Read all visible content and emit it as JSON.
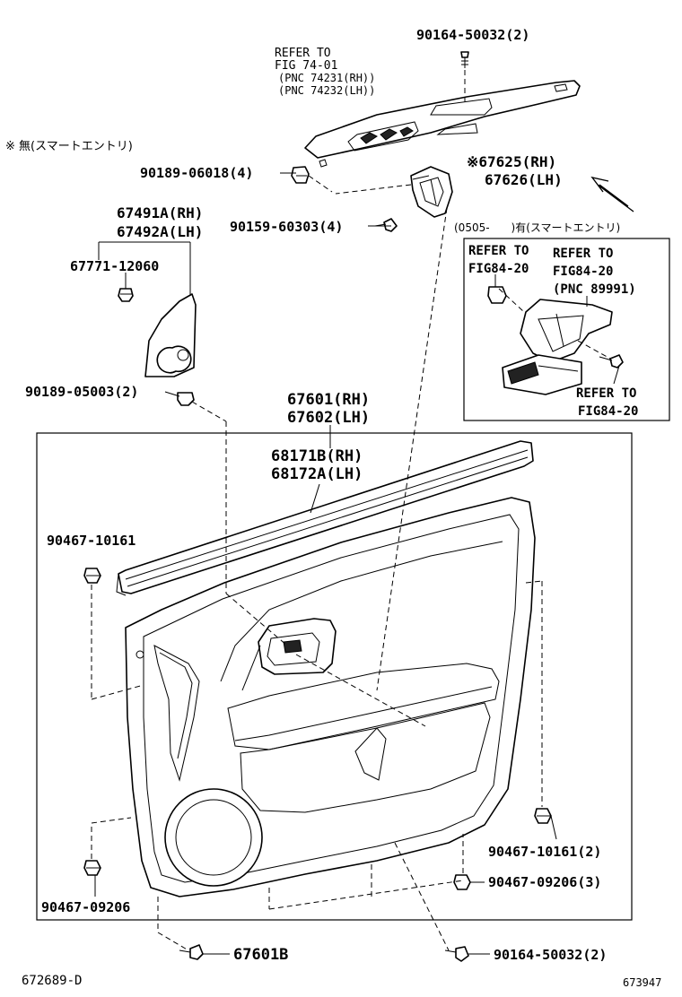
{
  "labels": {
    "clip_top": "90164-50032(2)",
    "refer_fig74_l1": "REFER TO",
    "refer_fig74_l2": "FIG 74-01",
    "refer_fig74_l3": "(PNC 74231(RH))",
    "refer_fig74_l4": "(PNC 74232(LH))",
    "note_no_smart": "※ 無(スマートエントリ)",
    "clip_90189_06018": "90189-06018(4)",
    "bracket_rh": "※67625(RH)",
    "bracket_lh": "67626(LH)",
    "smart_entry_note": "(0505-　　)有(スマートエントリ)",
    "cover_rh": "67491A(RH)",
    "cover_lh": "67492A(LH)",
    "screw_90159": "90159-60303(4)",
    "clip_67771": "67771-12060",
    "inset_refer1_l1": "REFER TO",
    "inset_refer1_l2": "FIG84-20",
    "inset_refer2_l1": "REFER TO",
    "inset_refer2_l2": "FIG84-20",
    "inset_refer2_l3": "(PNC 89991)",
    "inset_refer3_l1": "REFER TO",
    "inset_refer3_l2": "FIG84-20",
    "clip_90189_05003": "90189-05003(2)",
    "panel_rh": "67601(RH)",
    "panel_lh": "67602(LH)",
    "weatherstrip_rh": "68171B(RH)",
    "weatherstrip_lh": "68172A(LH)",
    "clip_90467_10161": "90467-10161",
    "clip_90467_10161_2": "90467-10161(2)",
    "clip_90467_09206_3": "90467-09206(3)",
    "clip_90467_09206": "90467-09206",
    "board_67601b": "67601B",
    "clip_bottom": "90164-50032(2)",
    "ref_code_left": "672689-D",
    "ref_code_right": "673947"
  }
}
